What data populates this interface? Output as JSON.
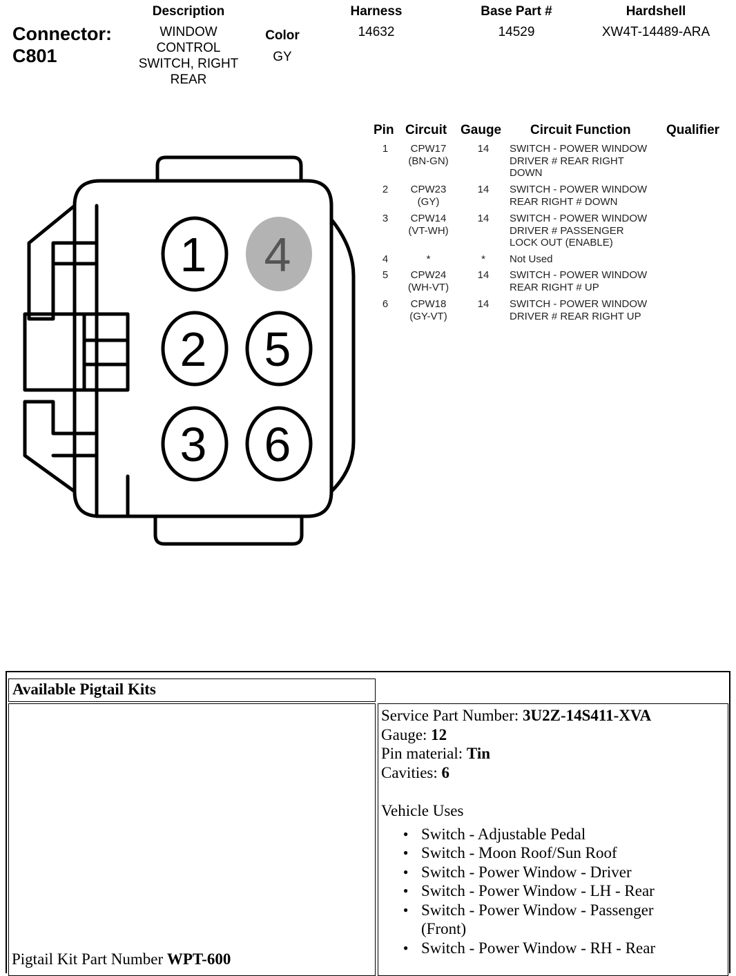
{
  "connector": {
    "label": "Connector:",
    "id": "C801",
    "description_label": "Description",
    "description_lines": [
      "WINDOW",
      "CONTROL",
      "SWITCH, RIGHT",
      "REAR"
    ],
    "color_label": "Color",
    "color_value": "GY",
    "harness_label": "Harness",
    "harness_value": "14632",
    "base_part_label": "Base Part #",
    "base_part_value": "14529",
    "hardshell_label": "Hardshell",
    "hardshell_value": "XW4T-14489-ARA"
  },
  "pin_table": {
    "headers": {
      "pin": "Pin",
      "circuit": "Circuit",
      "gauge": "Gauge",
      "function": "Circuit Function",
      "qualifier": "Qualifier"
    },
    "rows": [
      {
        "pin": "1",
        "circuit": [
          "CPW17",
          "(BN-GN)"
        ],
        "gauge": "14",
        "function": [
          "SWITCH - POWER WINDOW",
          "DRIVER # REAR RIGHT",
          "DOWN"
        ]
      },
      {
        "pin": "2",
        "circuit": [
          "CPW23",
          "(GY)"
        ],
        "gauge": "14",
        "function": [
          "SWITCH - POWER WINDOW",
          "REAR RIGHT # DOWN"
        ]
      },
      {
        "pin": "3",
        "circuit": [
          "CPW14",
          "(VT-WH)"
        ],
        "gauge": "14",
        "function": [
          "SWITCH - POWER WINDOW",
          "DRIVER # PASSENGER",
          "LOCK OUT (ENABLE)"
        ]
      },
      {
        "pin": "4",
        "circuit": [
          "*"
        ],
        "gauge": "*",
        "function": [
          "Not Used"
        ]
      },
      {
        "pin": "5",
        "circuit": [
          "CPW24",
          "(WH-VT)"
        ],
        "gauge": "14",
        "function": [
          "SWITCH - POWER WINDOW",
          "REAR RIGHT # UP"
        ]
      },
      {
        "pin": "6",
        "circuit": [
          "CPW18",
          "(GY-VT)"
        ],
        "gauge": "14",
        "function": [
          "SWITCH - POWER WINDOW",
          "DRIVER # REAR RIGHT UP"
        ]
      }
    ]
  },
  "diagram": {
    "pins": [
      "1",
      "4",
      "2",
      "5",
      "3",
      "6"
    ],
    "unused_pin": "4",
    "unused_fill": "#b3b3b3"
  },
  "pigtail": {
    "heading": "Available Pigtail Kits",
    "service_part_label": "Service Part Number: ",
    "service_part_value": "3U2Z-14S411-XVA",
    "gauge_label": "Gauge: ",
    "gauge_value": "12",
    "pin_material_label": "Pin material: ",
    "pin_material_value": "Tin",
    "cavities_label": "Cavities: ",
    "cavities_value": "6",
    "vehicle_uses_label": "Vehicle Uses",
    "vehicle_uses": [
      "Switch - Adjustable Pedal",
      "Switch - Moon Roof/Sun Roof",
      "Switch - Power Window - Driver",
      "Switch - Power Window - LH - Rear",
      "Switch - Power Window - Passenger (Front)",
      "Switch - Power Window - RH - Rear"
    ],
    "kit_part_label": "Pigtail Kit Part Number ",
    "kit_part_value": "WPT-600"
  }
}
